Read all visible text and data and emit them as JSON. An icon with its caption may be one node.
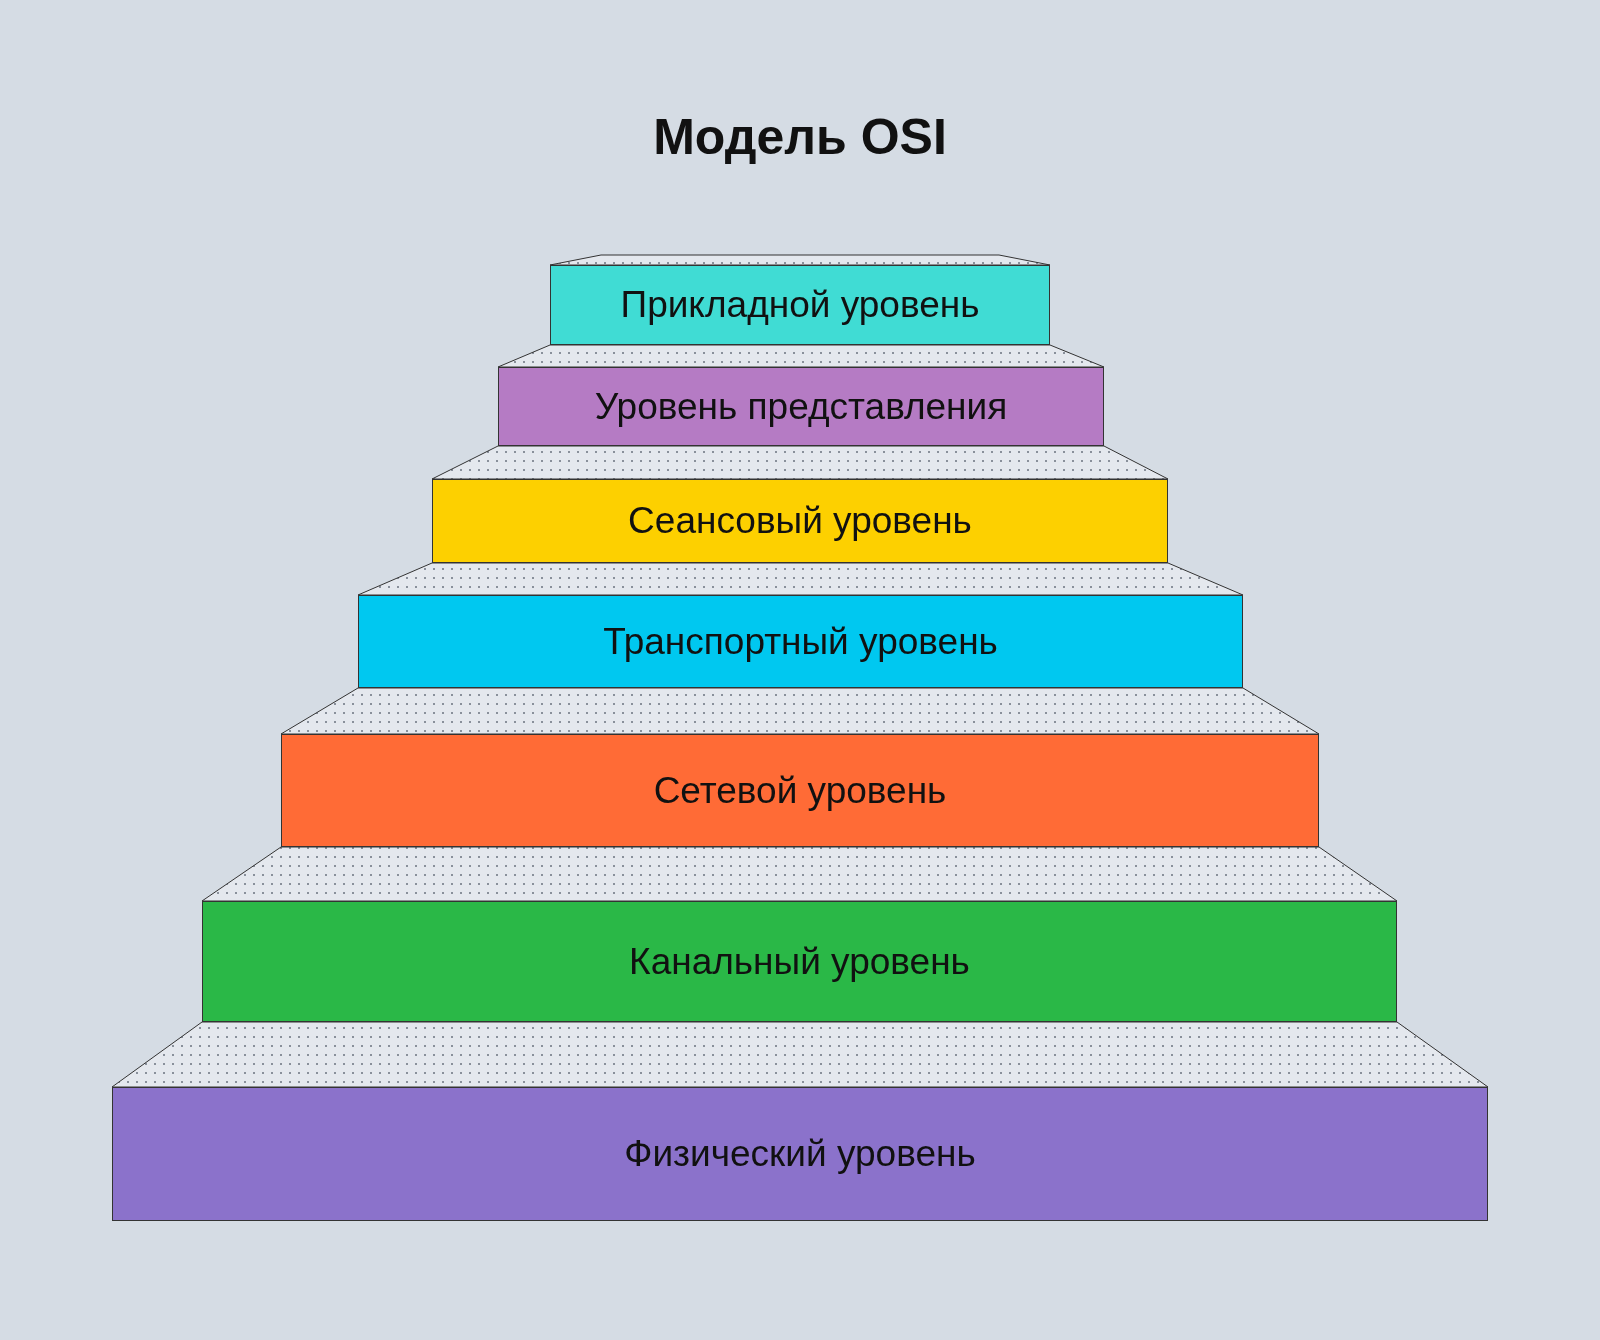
{
  "diagram": {
    "title": "Модель OSI",
    "nodes": [
      {
        "text": [
          "Прикладной уровень"
        ]
      },
      {
        "text": [
          "Уровень представления"
        ]
      },
      {
        "text": [
          "Сеансовый уровень"
        ]
      },
      {
        "text": [
          "Транспортный уровень"
        ]
      },
      {
        "text": [
          "Сетевой уровень"
        ]
      },
      {
        "text": [
          "Канальный уровень"
        ]
      },
      {
        "text": [
          "Физический уровень"
        ]
      }
    ]
  }
}
